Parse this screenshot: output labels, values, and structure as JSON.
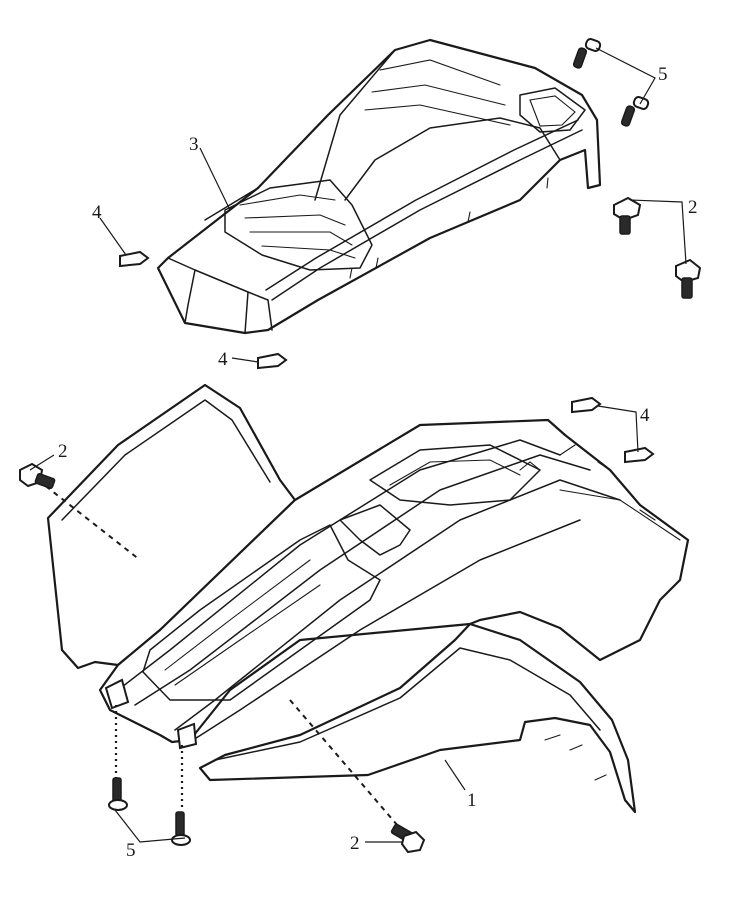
{
  "callouts": {
    "front_fender": "1",
    "bolt_upper_right": "2",
    "bolt_left": "2",
    "bolt_bottom": "2",
    "rear_fender": "3",
    "clip_upper_left": "4",
    "clip_middle": "4",
    "clip_right": "4",
    "screw_upper_right": "5",
    "screw_bottom_left": "5"
  }
}
